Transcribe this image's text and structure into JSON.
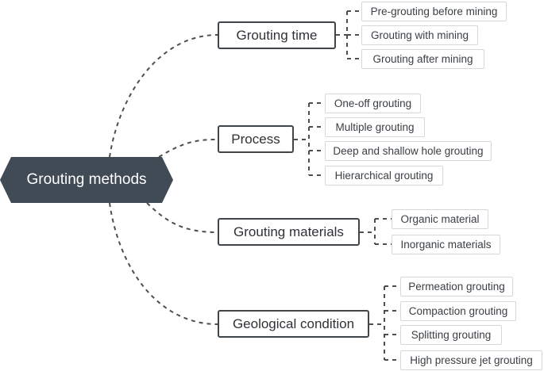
{
  "root": "Grouting methods",
  "branches": [
    {
      "label": "Grouting time",
      "children": [
        "Pre-grouting before mining",
        "Grouting with mining",
        "Grouting after mining"
      ]
    },
    {
      "label": "Process",
      "children": [
        "One-off grouting",
        "Multiple grouting",
        "Deep and shallow hole grouting",
        "Hierarchical grouting"
      ]
    },
    {
      "label": "Grouting materials",
      "children": [
        "Organic material",
        "Inorganic materials"
      ]
    },
    {
      "label": "Geological condition",
      "children": [
        "Permeation grouting",
        "Compaction grouting",
        "Splitting grouting",
        "High pressure jet grouting"
      ]
    }
  ],
  "colors": {
    "root_fill": "#404b55",
    "line": "#4a4f54",
    "leaf_border": "#d5d8da"
  }
}
